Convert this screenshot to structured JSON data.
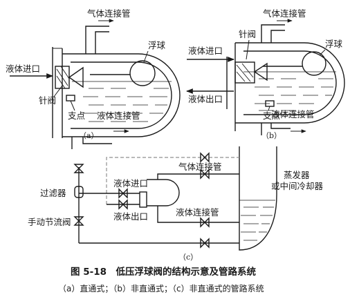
{
  "diagram_a": {
    "gas_pipe": "气体连接管",
    "float": "浮球",
    "liquid_inlet": "液体进口",
    "needle_valve": "针阀",
    "fulcrum": "支点",
    "liquid_pipe": "液体连接管",
    "sublabel": "（a）"
  },
  "diagram_b": {
    "gas_pipe": "气体连接管",
    "needle_valve": "针阀",
    "float": "浮球",
    "liquid_inlet": "液体进口",
    "liquid_outlet": "液体出口",
    "fulcrum": "支点",
    "liquid_pipe": "液体连接管",
    "sublabel": "（b）"
  },
  "diagram_c": {
    "gas_pipe": "气体连接管",
    "evaporator_line1": "蒸发器",
    "evaporator_line2": "或中间冷却器",
    "filter": "过滤器",
    "liquid_inlet": "液体进口",
    "liquid_outlet": "液体出口",
    "liquid_pipe": "液体连接管",
    "manual_valve": "手动节流阀",
    "sublabel": "（c）"
  },
  "caption": {
    "title": "图 5-18　低压浮球阀的结构示意及管路系统",
    "subtitle": "（a）直通式；（b）非直通式；（c）非直通式的管路系统"
  },
  "colors": {
    "line": "#1a1a1a",
    "dashed_pipe": "#8f8f8f"
  }
}
